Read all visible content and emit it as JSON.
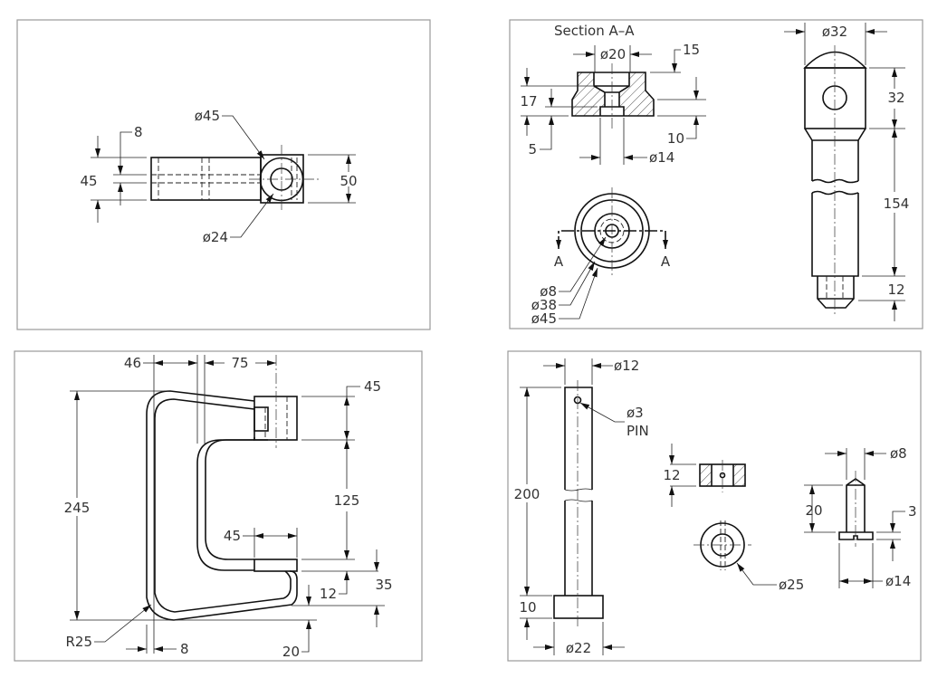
{
  "top_left_view": {
    "dim_8": "8",
    "dim_45_thickness": "45",
    "dia_45": "ø45",
    "dim_50": "50",
    "dia_24": "ø24"
  },
  "top_right_view": {
    "section_title": "Section  A–A",
    "dia_20": "ø20",
    "dim_15": "15",
    "dim_17": "17",
    "dim_5": "5",
    "dim_10": "10",
    "dia_14": "ø14",
    "section_mark_left": "A",
    "section_mark_right": "A",
    "dia_8": "ø8",
    "dia_38": "ø38",
    "dia_45": "ø45",
    "dia_32": "ø32",
    "dim_32": "32",
    "dim_154": "154",
    "dim_12": "12"
  },
  "bottom_left_view": {
    "dim_46": "46",
    "dim_75": "75",
    "dim_45_top": "45",
    "dim_245": "245",
    "dim_125": "125",
    "dim_45_lower": "45",
    "dim_12": "12",
    "dim_35": "35",
    "radius_25": "R25",
    "dim_8": "8",
    "dim_20": "20"
  },
  "bottom_right_view": {
    "dia_12": "ø12",
    "dia_3": "ø3",
    "pin_label": "PIN",
    "dim_200": "200",
    "dim_10": "10",
    "dia_22": "ø22",
    "dim_12_washer": "12",
    "dia_25": "ø25",
    "dia_8": "ø8",
    "dim_20": "20",
    "dim_3": "3",
    "dia_14": "ø14"
  }
}
